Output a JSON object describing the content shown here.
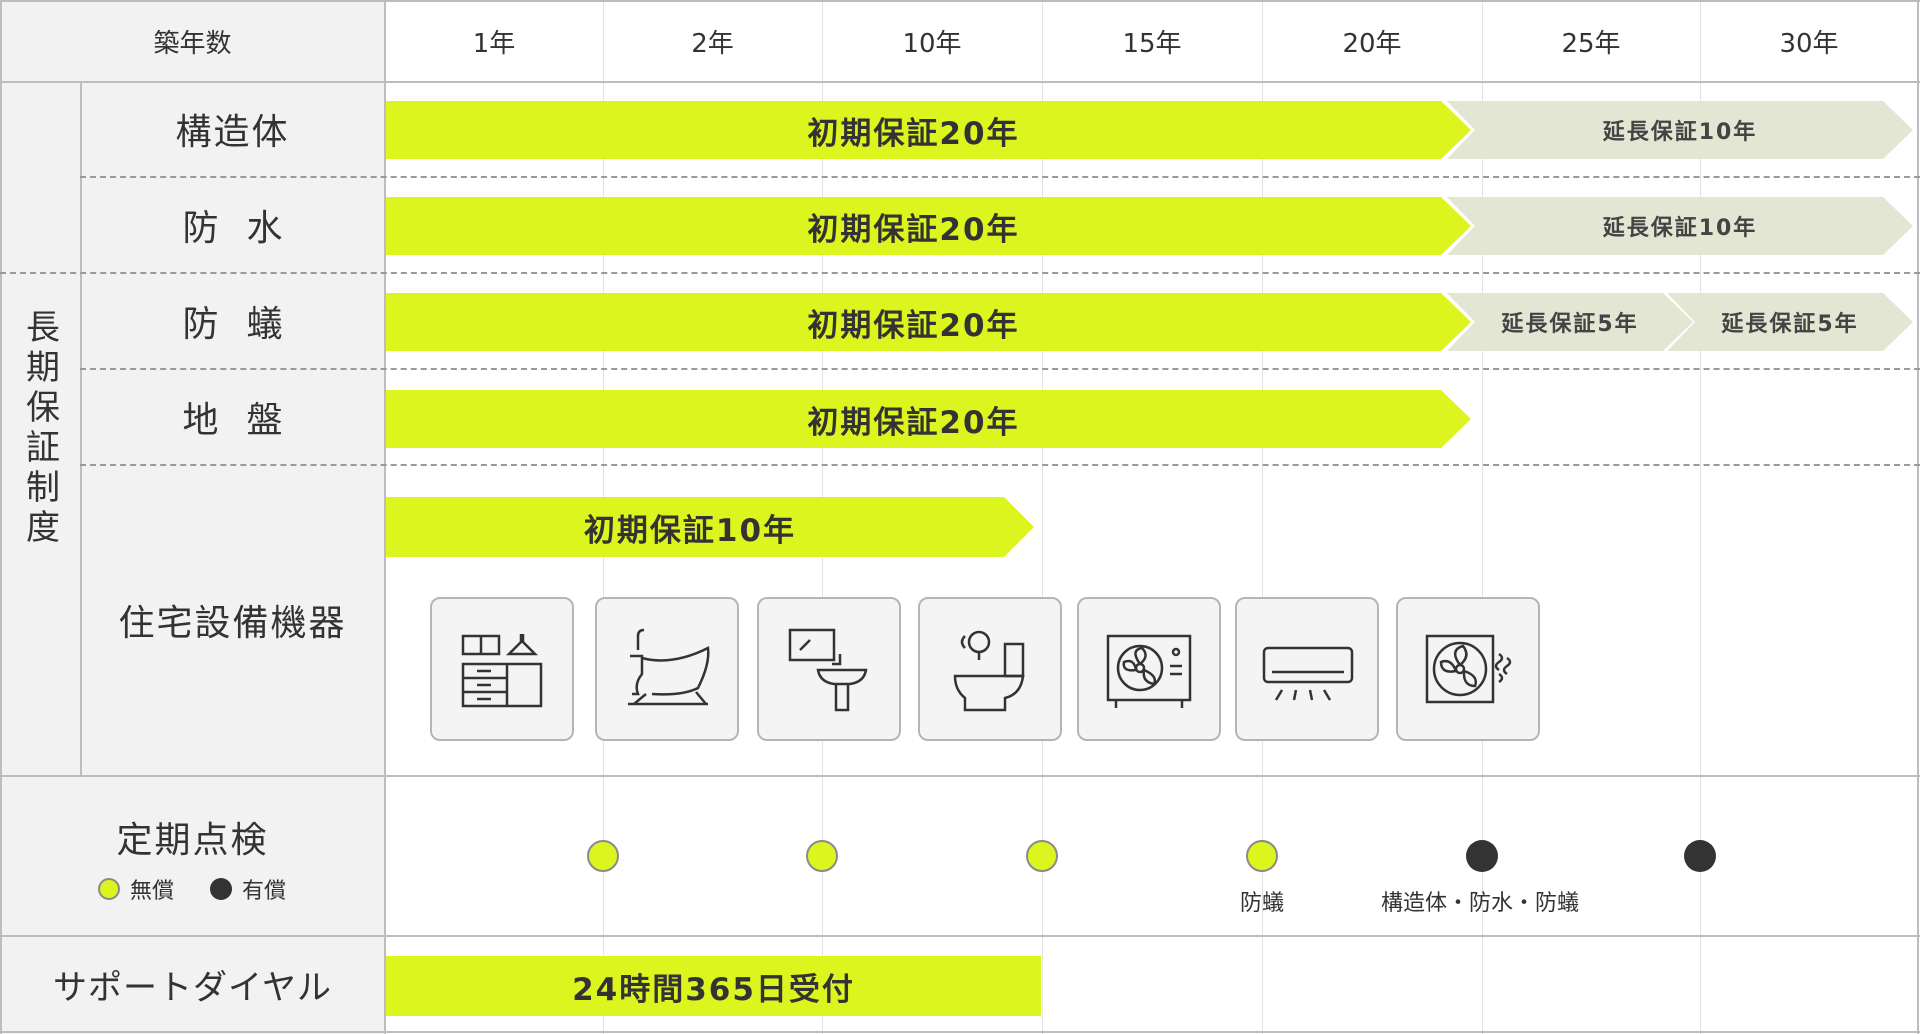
{
  "header": {
    "corner": "築年数",
    "years": [
      "1年",
      "2年",
      "10年",
      "15年",
      "20年",
      "25年",
      "30年"
    ]
  },
  "long_term_title": "長期保証制度",
  "rows": [
    {
      "label": "構造体",
      "initial": "初期保証20年",
      "extensions": [
        "延長保証10年"
      ]
    },
    {
      "label": "防水",
      "initial": "初期保証20年",
      "extensions": [
        "延長保証10年"
      ]
    },
    {
      "label": "防蟻",
      "initial": "初期保証20年",
      "extensions": [
        "延長保証5年",
        "延長保証5年"
      ]
    },
    {
      "label": "地盤",
      "initial": "初期保証20年",
      "extensions": []
    }
  ],
  "equipment": {
    "label": "住宅設備機器",
    "initial": "初期保証10年",
    "icons": [
      "kitchen-icon",
      "bathtub-icon",
      "washbasin-icon",
      "toilet-icon",
      "water-heater-icon",
      "air-conditioner-icon",
      "ventilation-fan-icon"
    ]
  },
  "inspection": {
    "label": "定期点検",
    "legend_free": "無償",
    "legend_paid": "有償",
    "colors": {
      "free": "#dcf51e",
      "paid": "#333333"
    },
    "points": [
      {
        "year_index": 1,
        "type": "free",
        "note": ""
      },
      {
        "year_index": 2,
        "type": "free",
        "note": ""
      },
      {
        "year_index": 3,
        "type": "free",
        "note": ""
      },
      {
        "year_index": 4,
        "type": "free",
        "note": "防蟻"
      },
      {
        "year_index": 5,
        "type": "paid",
        "note": "構造体・防水・防蟻"
      },
      {
        "year_index": 6,
        "type": "paid",
        "note": ""
      }
    ]
  },
  "support": {
    "label": "サポートダイヤル",
    "bar": "24時間365日受付"
  },
  "colors": {
    "accent": "#dcf51e",
    "extension": "#e2e6d2",
    "label_bg": "#f2f2f2"
  }
}
